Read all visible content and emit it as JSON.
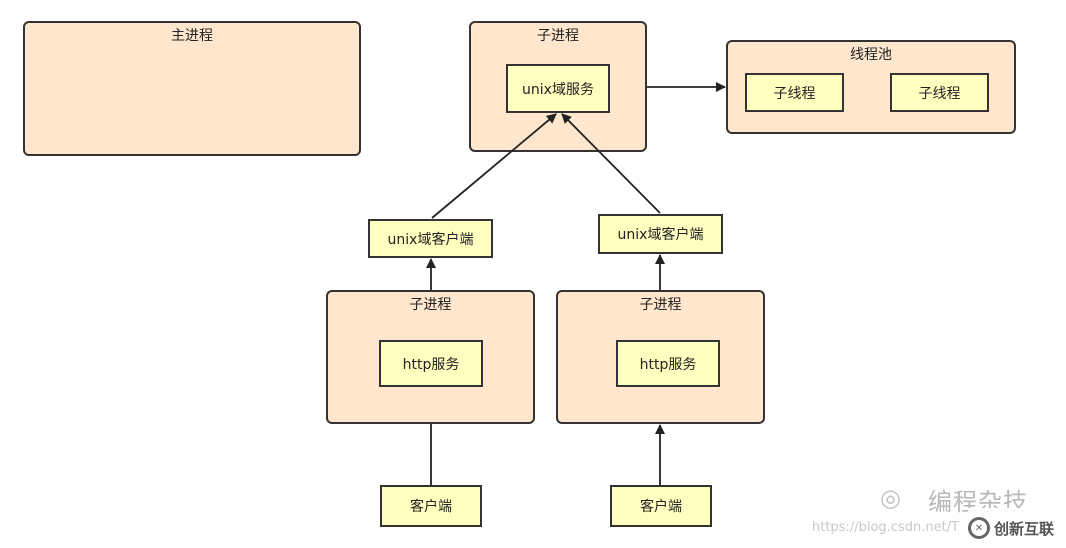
{
  "main_process": {
    "title": "主进程"
  },
  "child_process_top": {
    "title": "子进程",
    "service": "unix域服务"
  },
  "thread_pool": {
    "title": "线程池",
    "threads": [
      "子线程",
      "子线程"
    ]
  },
  "unix_clients": [
    "unix域客户端",
    "unix域客户端"
  ],
  "child_processes": [
    {
      "title": "子进程",
      "service": "http服务"
    },
    {
      "title": "子进程",
      "service": "http服务"
    }
  ],
  "clients": [
    "客户端",
    "客户端"
  ],
  "watermark": {
    "title": "编程杂技",
    "url": "https://blog.csdn.net/T",
    "brand": "创新互联"
  },
  "colors": {
    "process_fill": "#ffe6cc",
    "service_fill": "#ffffc0",
    "stroke": "#333333"
  }
}
